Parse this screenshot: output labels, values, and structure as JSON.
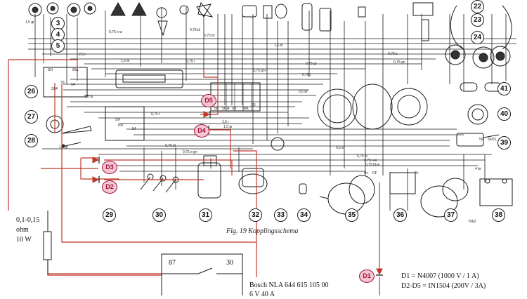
{
  "colors": {
    "ink": "#1a1a1a",
    "overlay_red": "#c0392b",
    "diode_fill": "#f4c6d0",
    "diode_text": "#a01040"
  },
  "title": "Fig. 19 Kopplingsschema",
  "component_numbers": [
    "3",
    "4",
    "5",
    "22",
    "23",
    "24",
    "26",
    "27",
    "28",
    "29",
    "30",
    "31",
    "32",
    "33",
    "34",
    "35",
    "36",
    "37",
    "38",
    "39",
    "40",
    "41"
  ],
  "diode_labels": [
    "D1",
    "D2",
    "D3",
    "D4",
    "D5"
  ],
  "resistor_note": [
    "0,1-0,15",
    "ohm",
    "10 W"
  ],
  "relay": {
    "pin_87": "87",
    "pin_30": "30",
    "label_1": "Bosch NLA 644 615 105 00",
    "label_2": "6 V 40 A"
  },
  "diode_spec": [
    "D1 = N4007 (1000 V / 1 A)",
    "D2-D5 = IN1504 (200V / 3A)"
  ],
  "terminal_labels": [
    "SH",
    "56a",
    "S54",
    "30",
    "54",
    "58",
    "56 R",
    "56a",
    "56b",
    "54",
    "S8",
    "5B R",
    "58K",
    "30",
    "SH",
    "PR",
    "54",
    "D+",
    "DF",
    "D+",
    "B+",
    "30",
    "50",
    "56/61",
    "T062"
  ],
  "wire_labels": [
    "1,5 gr",
    "0,75 s-w",
    "0,75 bl",
    "0,75 br",
    "1,5 bl",
    "0,75 r",
    "0,75 gr",
    "0,75 gr-r",
    "1,5 br",
    "2,5 r",
    "1,5 bl",
    "0,75 r",
    "0,5 br",
    "0,75 r",
    "0,75 bl",
    "0,75 w",
    "0,75 r-w",
    "0,75 bl-w",
    "1,5 gr",
    "0,75 s-gn",
    "0,5 br",
    "1,5 gr",
    "1,5 r",
    "4 br",
    "0,75 s",
    "0,75 gn"
  ]
}
